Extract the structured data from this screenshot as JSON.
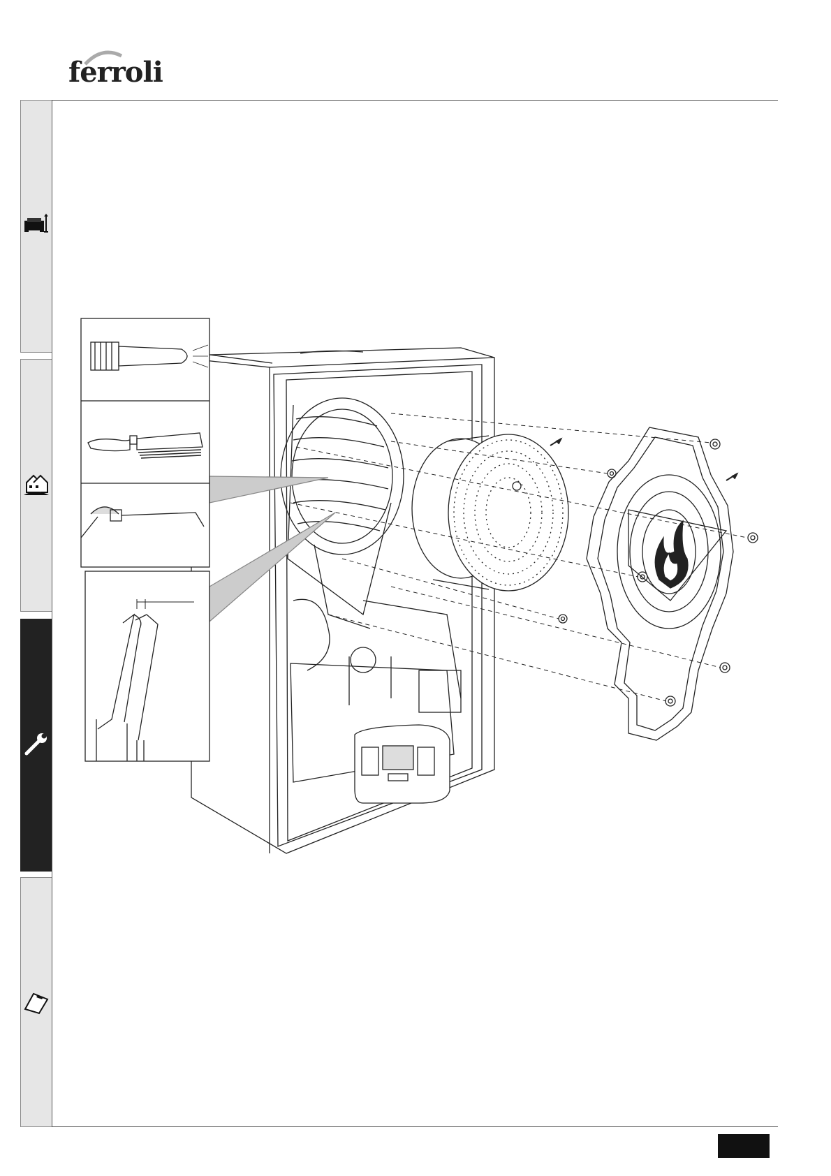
{
  "header": {
    "brand_logo": "ferroli",
    "brand_icon": "ferroli-swoosh-logo"
  },
  "side_tabs": [
    {
      "name": "user",
      "icon": "armchair-icon",
      "active": false
    },
    {
      "name": "installer",
      "icon": "house-icon",
      "active": false
    },
    {
      "name": "service",
      "icon": "wrench-icon",
      "active": true
    },
    {
      "name": "technical-data",
      "icon": "clipboard-icon",
      "active": false
    }
  ],
  "figure": {
    "subject": "boiler-burner-exploded-view",
    "tool_icons": [
      "compressed-air-nozzle-icon",
      "wire-brush-icon",
      "cleaning-tool-icon"
    ]
  },
  "footer": {
    "page_number": ""
  }
}
